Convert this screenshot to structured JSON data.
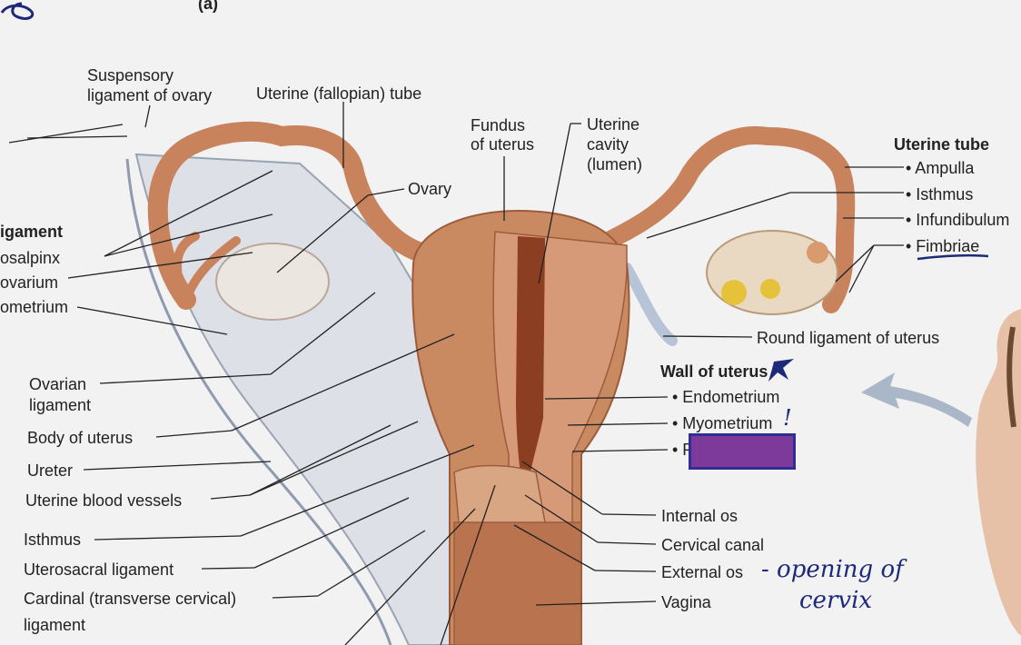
{
  "panel_letter": "(a)",
  "labels_left": {
    "suspensory": [
      "Suspensory",
      "ligament of ovary"
    ],
    "uterine_tube_top": "Uterine (fallopian) tube",
    "ligament_partial": "igament",
    "mesosalpinx": "osalpinx",
    "mesovarium": "ovarium",
    "mesometrium": "ometrium",
    "ovary": "Ovary",
    "ovarian_ligament": [
      "Ovarian",
      "ligament"
    ],
    "body_of_uterus": "Body of uterus",
    "ureter": "Ureter",
    "uterine_blood_vessels": "Uterine blood vessels",
    "isthmus": "Isthmus",
    "uterosacral_ligament": "Uterosacral ligament",
    "cardinal": [
      "Cardinal (transverse cervical)",
      "ligament"
    ]
  },
  "labels_center": {
    "fundus": [
      "Fundus",
      "of uterus"
    ],
    "uterine_cavity": [
      "Uterine",
      "cavity",
      "(lumen)"
    ],
    "internal_os": "Internal os",
    "cervical_canal": "Cervical canal",
    "external_os": "External os",
    "vagina": "Vagina"
  },
  "labels_right": {
    "uterine_tube_header": "Uterine tube",
    "ampulla": "• Ampulla",
    "isthmus": "• Isthmus",
    "infundibulum": "• Infundibulum",
    "fimbriae": "• Fimbriae",
    "round_ligament": "Round ligament of uterus",
    "wall_header": "Wall of uterus",
    "endometrium": "• Endometrium",
    "myometrium": "• Myometrium",
    "perimetrium_partial": "• P"
  },
  "handwriting": {
    "opening": "- opening of",
    "cervix": "cervix",
    "exclaim": "!"
  },
  "colors": {
    "muscle": "#c98a62",
    "tube": "#d39a74",
    "ligament": "#d9dde3",
    "purple_box": "#7d3a9a",
    "ink": "#1d2a7a"
  }
}
